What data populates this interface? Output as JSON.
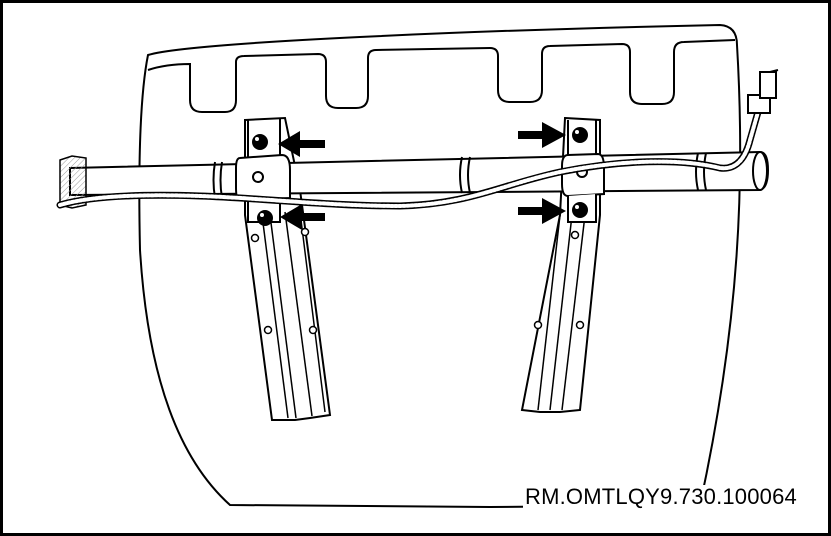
{
  "figure": {
    "reference_code": "RM.OMTLQY9.730.100064",
    "colors": {
      "line": "#000000",
      "fill": "#ffffff",
      "hatch": "#bbbbbb"
    },
    "callouts": [
      {
        "name": "arrow-upper-left-fastener",
        "points_to": "upper-left-bolt"
      },
      {
        "name": "arrow-lower-left-fastener",
        "points_to": "lower-left-bolt"
      },
      {
        "name": "arrow-upper-right-fastener",
        "points_to": "upper-right-bolt"
      },
      {
        "name": "arrow-lower-right-fastener",
        "points_to": "lower-right-bolt"
      }
    ]
  }
}
